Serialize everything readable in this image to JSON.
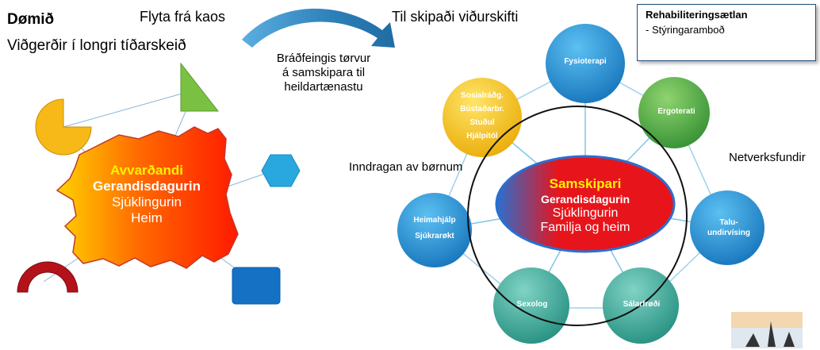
{
  "left": {
    "heading": "Dømið",
    "subheading": "Viðgerðir í longri tíðarskeið",
    "blob": {
      "line1": "Avvarðandi",
      "line2": "Gerandisdagurin",
      "line3": "Sjúklingurin",
      "line4": "Heim"
    }
  },
  "top": {
    "from_label": "Flyta frá kaos",
    "to_label": "Til skipaði viðurskifti",
    "need_line1": "Bráðfeingis tørvur",
    "need_line2": "á samskipara til",
    "need_line3": "heildartænastu"
  },
  "rehab": {
    "title": "Rehabiliteringsætlan",
    "item": "- Stýringaramboð"
  },
  "right": {
    "side_left": "Inndragan av børnum",
    "side_right": "Netverksfundir",
    "center": {
      "line1": "Samskipari",
      "line2": "Gerandisdagurin",
      "line3": "Sjúklingurin",
      "line4": "Familja og heim"
    },
    "nodes": {
      "fysio": "Fysioterapi",
      "ergo": "Ergoterati",
      "talu1": "Talu-",
      "talu2": "undirvísing",
      "salar": "Sálarfrøði",
      "sexo": "Sexolog",
      "heim1": "Heimahjálp",
      "heim2": "Sjúkrarøkt",
      "sosial1": "Sosialráðg.",
      "sosial2": "Bústaðarbr.",
      "sosial3": "Stuðul",
      "sosial4": "Hjálpitól"
    }
  },
  "colors": {
    "blue_node": "#1e8fd6",
    "green_node": "#4aa846",
    "teal_node": "#3ba79a",
    "yellow_node": "#f6c21b",
    "red_center": "#e8141b",
    "blob_red": "#ff1a00",
    "blob_yellow": "#ffd200",
    "arrow_blue": "#2d7fb8"
  }
}
